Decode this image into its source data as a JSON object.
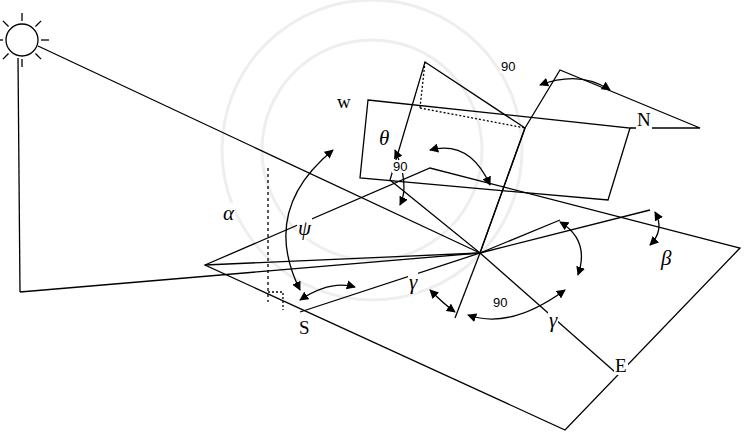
{
  "diagram": {
    "labels": [
      "w",
      "N",
      "θ",
      "90",
      "90",
      "α",
      "ψ",
      "γ",
      "90",
      "γ",
      "β",
      "S",
      "E"
    ]
  }
}
